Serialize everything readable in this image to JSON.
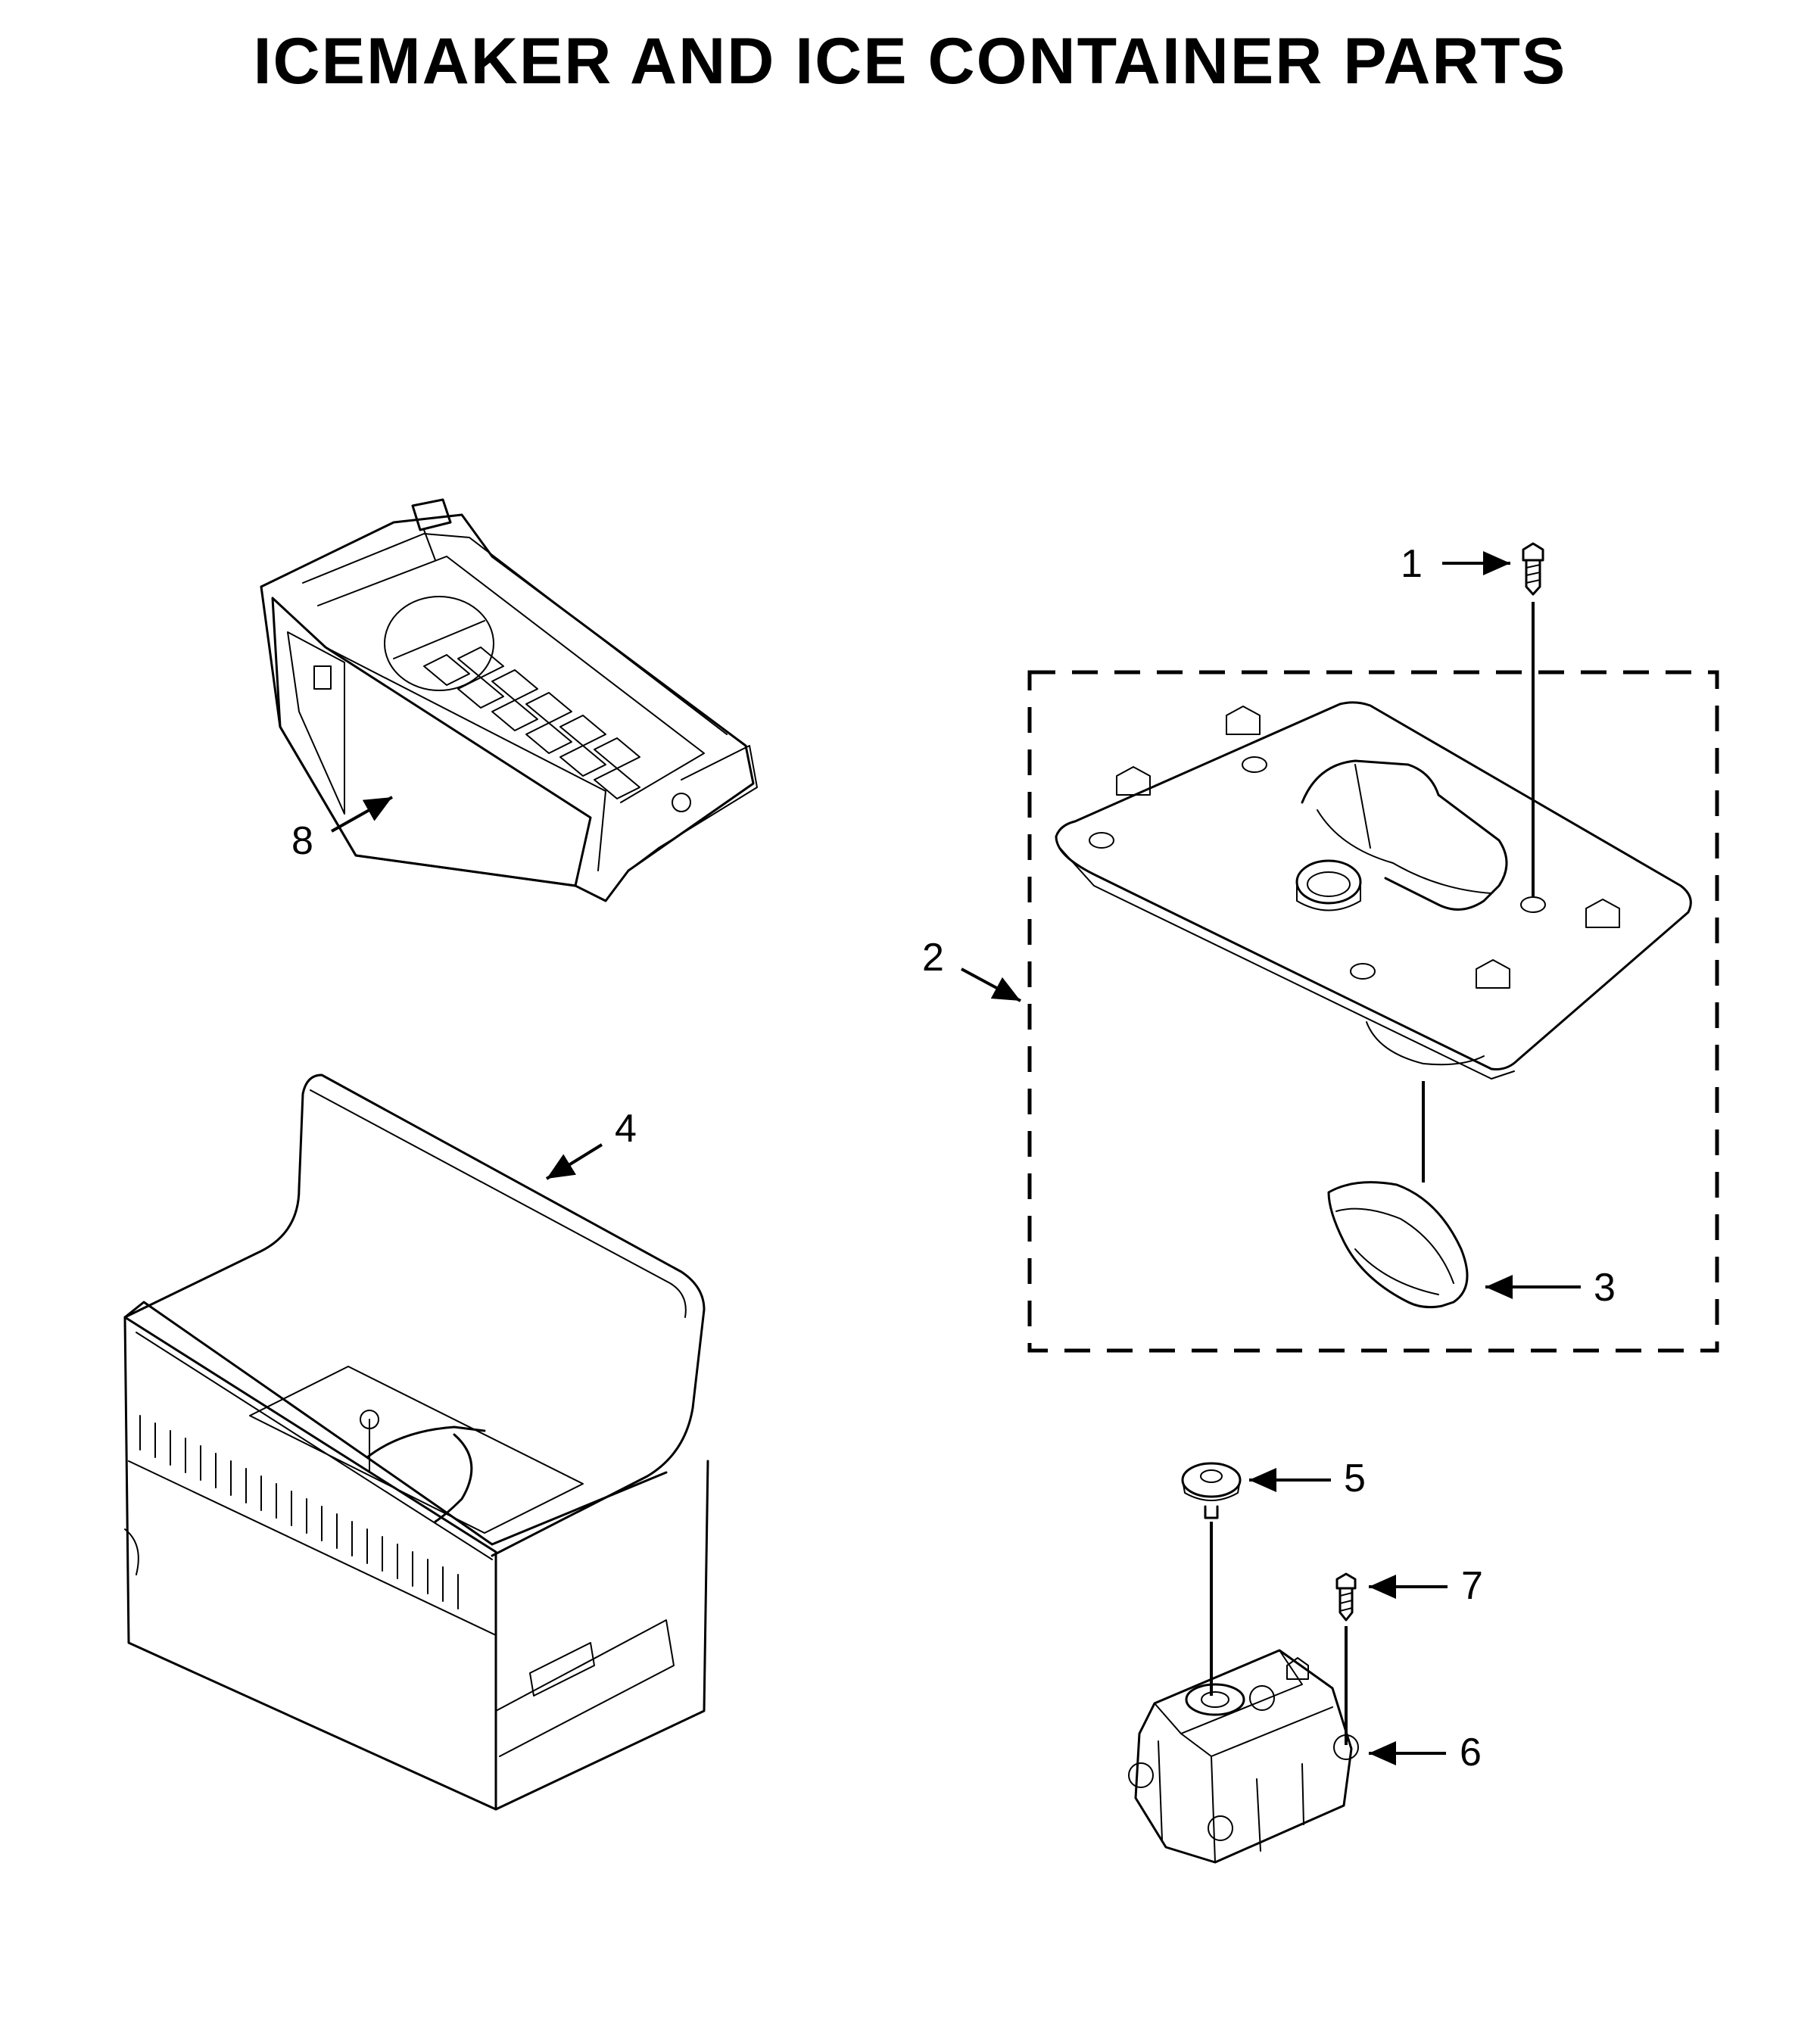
{
  "title": "ICEMAKER AND ICE CONTAINER PARTS",
  "callouts": [
    "1",
    "2",
    "3",
    "4",
    "5",
    "6",
    "7",
    "8"
  ],
  "parts": [
    {
      "callout": "8",
      "name": "icemaker-assembly-icon"
    },
    {
      "callout": "4",
      "name": "ice-container-icon"
    },
    {
      "callout": "2",
      "name": "ice-container-base-assembly-icon"
    },
    {
      "callout": "1",
      "name": "screw-icon"
    },
    {
      "callout": "3",
      "name": "gasket-icon"
    },
    {
      "callout": "5",
      "name": "auger-coupler-icon"
    },
    {
      "callout": "6",
      "name": "auger-motor-icon"
    },
    {
      "callout": "7",
      "name": "motor-screw-icon"
    }
  ]
}
